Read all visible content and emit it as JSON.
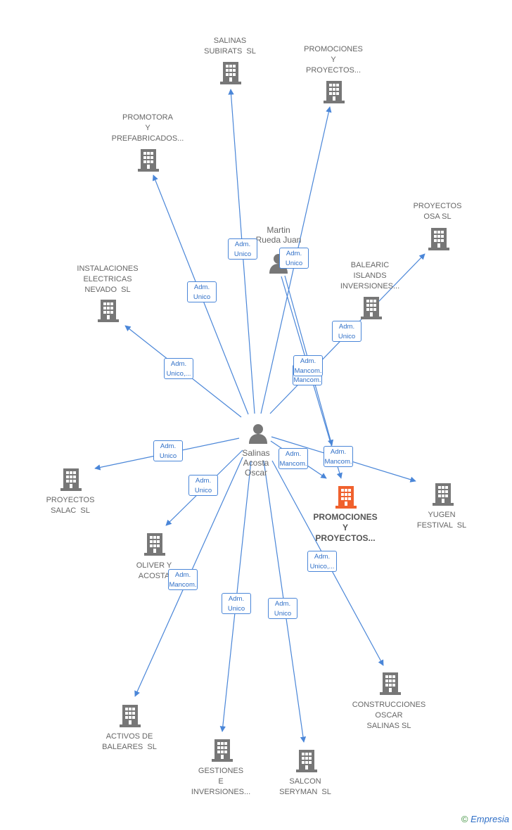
{
  "colors": {
    "edge": "#4a86d8",
    "company": "#777777",
    "focus": "#f0612d",
    "person": "#777777"
  },
  "nodes": [
    {
      "id": "salinas-subirats",
      "label": "SALINAS\nSUBIRATS  SL",
      "kind": "company"
    },
    {
      "id": "promociones-top",
      "label": "PROMOCIONES\nY\nPROYECTOS...",
      "kind": "company"
    },
    {
      "id": "promotora",
      "label": "PROMOTORA\nY\nPREFABRICADOS...",
      "kind": "company"
    },
    {
      "id": "proyectos-osa",
      "label": "PROYECTOS\nOSA SL",
      "kind": "company"
    },
    {
      "id": "instalaciones",
      "label": "INSTALACIONES\nELECTRICAS\nNEVADO  SL",
      "kind": "company"
    },
    {
      "id": "balearic",
      "label": "BALEARIC\nISLANDS\nINVERSIONES...",
      "kind": "company"
    },
    {
      "id": "martin",
      "label": "Martin\nRueda Juan",
      "kind": "person"
    },
    {
      "id": "salinas-acosta",
      "label": "Salinas\nAcosta\nOscar",
      "kind": "person"
    },
    {
      "id": "proyectos-salac",
      "label": "PROYECTOS\nSALAC  SL",
      "kind": "company"
    },
    {
      "id": "promociones-focus",
      "label": "PROMOCIONES\nY\nPROYECTOS...",
      "kind": "focus"
    },
    {
      "id": "yugen",
      "label": "YUGEN\nFESTIVAL  SL",
      "kind": "company"
    },
    {
      "id": "oliver",
      "label": "OLIVER Y\nACOSTA",
      "kind": "company"
    },
    {
      "id": "construcciones",
      "label": "CONSTRUCCIONES\nOSCAR\nSALINAS SL",
      "kind": "company"
    },
    {
      "id": "activos",
      "label": "ACTIVOS DE\nBALEARES  SL",
      "kind": "company"
    },
    {
      "id": "gestiones",
      "label": "GESTIONES\nE\nINVERSIONES...",
      "kind": "company"
    },
    {
      "id": "salcon",
      "label": "SALCON\nSERYMAN  SL",
      "kind": "company"
    }
  ],
  "edges": [
    {
      "from": "salinas-acosta",
      "to": "salinas-subirats",
      "label": "Adm.\nUnico"
    },
    {
      "from": "salinas-acosta",
      "to": "promociones-top",
      "label": "Adm.\nUnico"
    },
    {
      "from": "salinas-acosta",
      "to": "promotora",
      "label": "Adm.\nUnico"
    },
    {
      "from": "salinas-acosta",
      "to": "instalaciones",
      "label": "Adm.\nUnico,..."
    },
    {
      "from": "salinas-acosta",
      "to": "proyectos-osa",
      "label": "Adm.\nUnico"
    },
    {
      "from": "salinas-acosta",
      "to": "proyectos-salac",
      "label": "Adm.\nUnico"
    },
    {
      "from": "salinas-acosta",
      "to": "oliver",
      "label": "Adm.\nUnico"
    },
    {
      "from": "salinas-acosta",
      "to": "activos",
      "label": "Adm.\nMancom."
    },
    {
      "from": "salinas-acosta",
      "to": "gestiones",
      "label": "Adm.\nUnico"
    },
    {
      "from": "salinas-acosta",
      "to": "salcon",
      "label": "Adm.\nUnico"
    },
    {
      "from": "salinas-acosta",
      "to": "construcciones",
      "label": "Adm.\nUnico,..."
    },
    {
      "from": "salinas-acosta",
      "to": "promociones-focus",
      "label": "Adm.\nMancom."
    },
    {
      "from": "salinas-acosta",
      "to": "yugen",
      "label": "Adm.\nMancom."
    },
    {
      "from": "martin",
      "to": "promociones-focus",
      "label": "Adm.\nMancom."
    },
    {
      "from": "martin",
      "to": "yugen",
      "label": "Adm.\nMancom."
    }
  ],
  "copyright": {
    "symbol": "©",
    "brand": "Empresia"
  }
}
